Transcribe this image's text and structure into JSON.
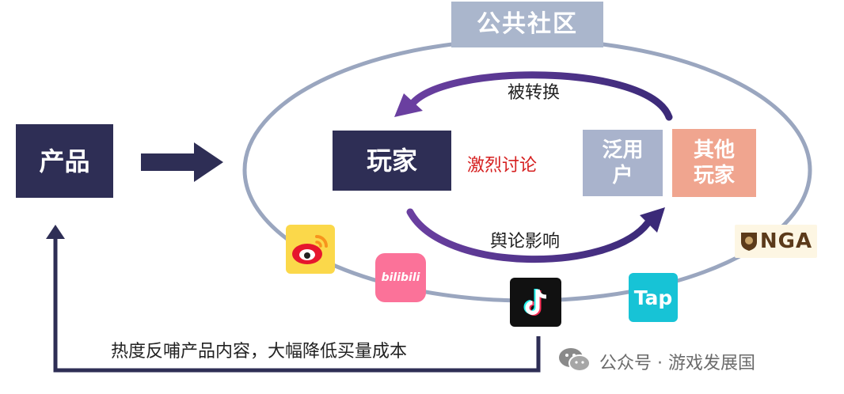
{
  "nodes": {
    "community": "公共社区",
    "product": "产品",
    "player": "玩家",
    "fan_user_line1": "泛用",
    "fan_user_line2": "户",
    "other_player_line1": "其他",
    "other_player_line2": "玩家"
  },
  "labels": {
    "converted": "被转换",
    "discussion": "激烈讨论",
    "opinion": "舆论影响",
    "feedback": "热度反哺产品内容，大幅降低买量成本"
  },
  "logos": {
    "bilibili": "bilibili",
    "tap": "Tap",
    "nga": "NGA"
  },
  "watermark": "公众号 · 游戏发展国",
  "colors": {
    "navy": "#2e2e55",
    "community": "#aab6cc",
    "other_player": "#f0a58f",
    "arrow_purple": "#6a3fa0",
    "discussion_red": "#d62020",
    "ellipse": "#9aa6bf"
  }
}
